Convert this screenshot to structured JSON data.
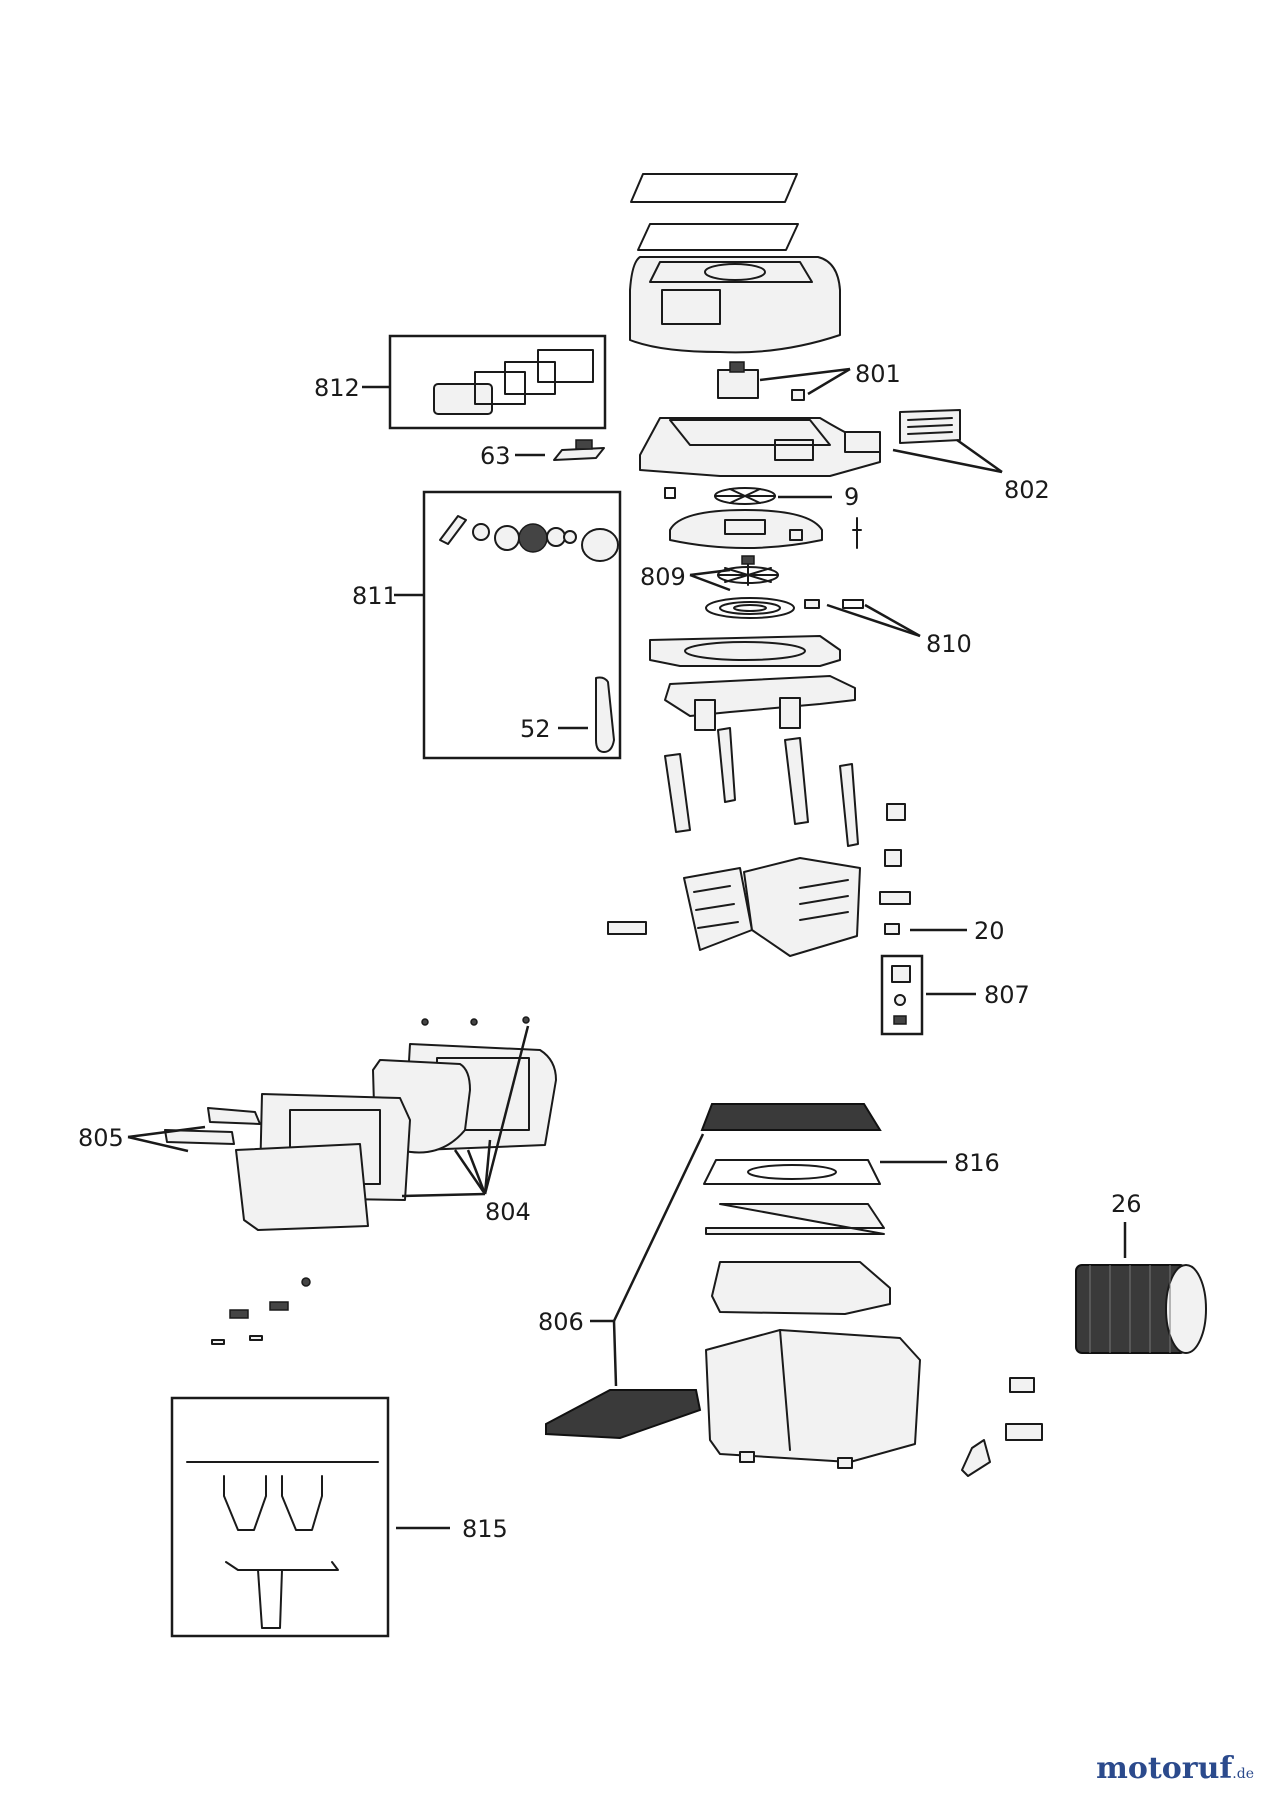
{
  "labels": {
    "l801": "801",
    "l812": "812",
    "l63": "63",
    "l802": "802",
    "l9": "9",
    "l811": "811",
    "l809": "809",
    "l810": "810",
    "l52": "52",
    "l20": "20",
    "l807": "807",
    "l805": "805",
    "l804": "804",
    "l816": "816",
    "l26": "26",
    "l806": "806",
    "l815": "815"
  },
  "watermark": {
    "brand_main": "motoruf",
    "brand_tld": ".de"
  }
}
